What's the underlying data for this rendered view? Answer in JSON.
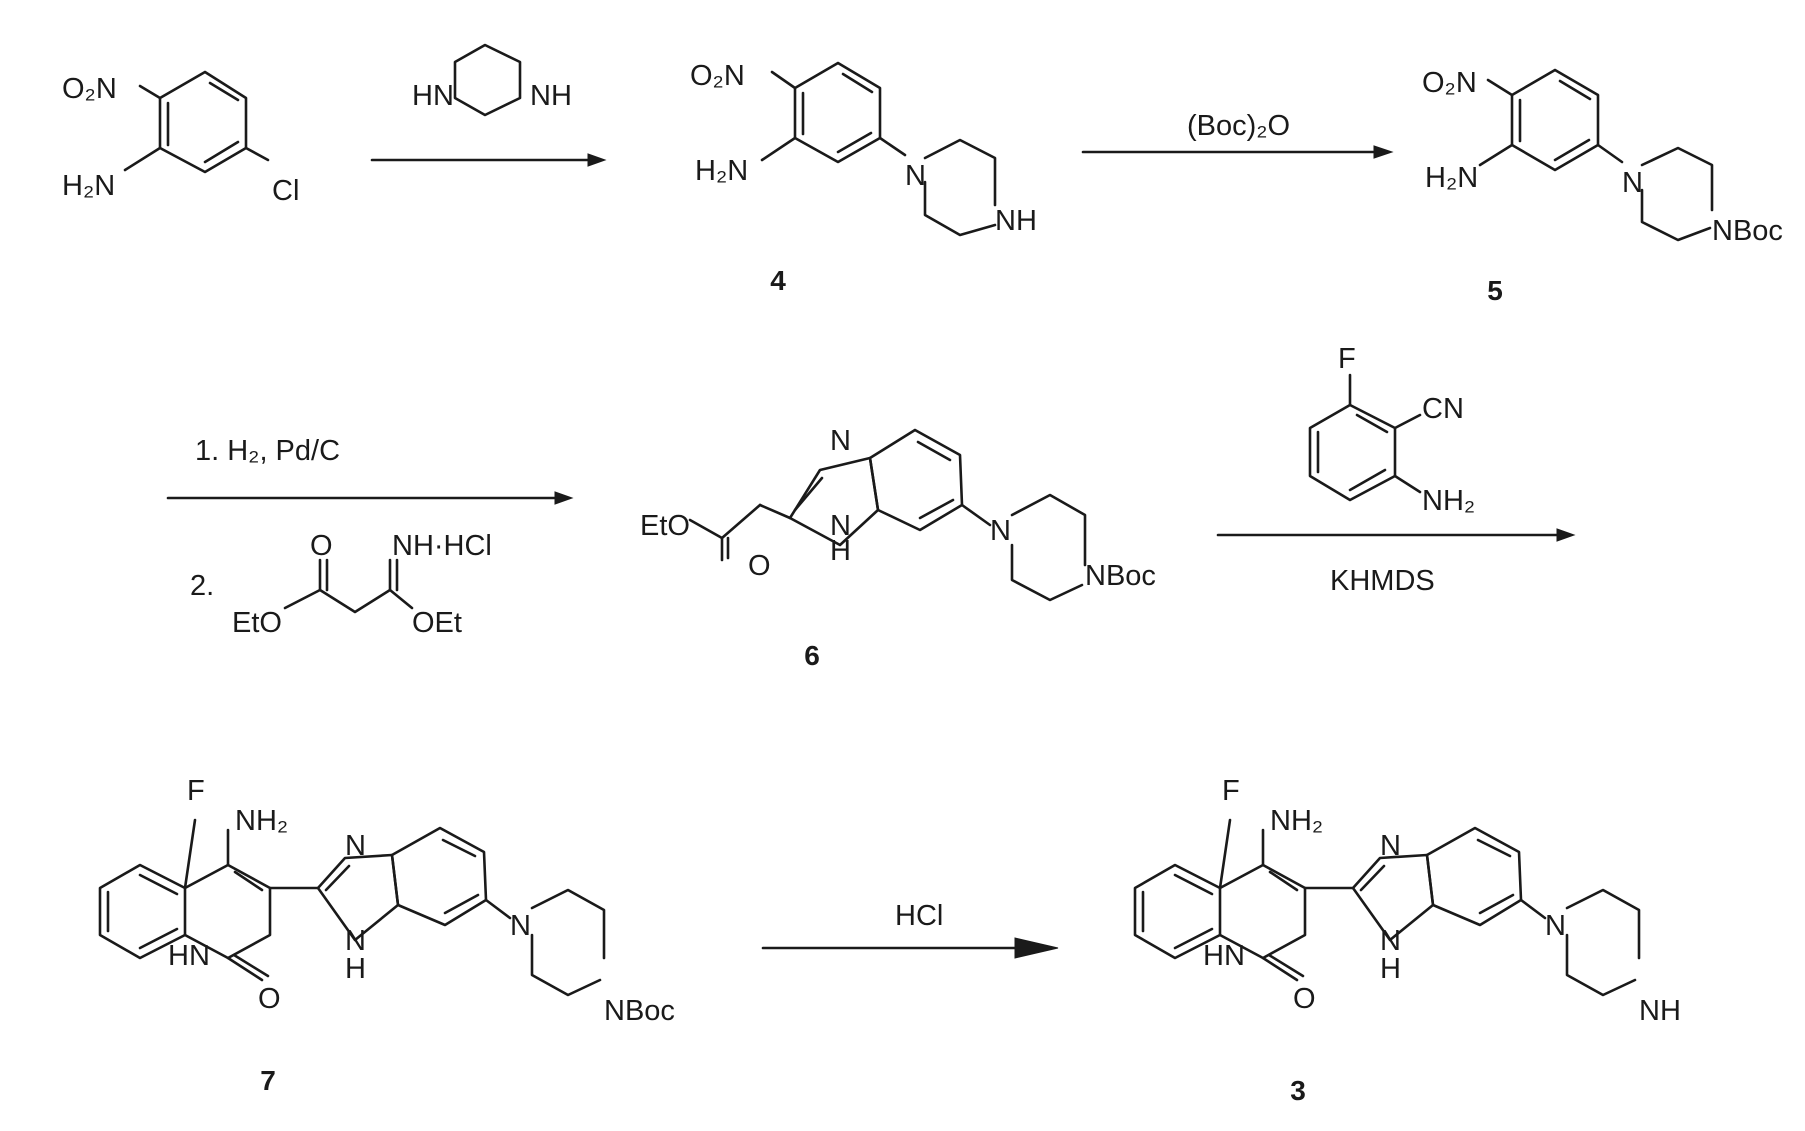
{
  "compounds": {
    "c4": "4",
    "c5": "5",
    "c6": "6",
    "c7": "7",
    "c3": "3"
  },
  "atom_labels": {
    "no2": "O₂N",
    "nh2_amine": "H₂N",
    "cl": "Cl",
    "n": "N",
    "nh": "NH",
    "hn": "HN",
    "nboc": "NBoc",
    "h": "H",
    "eto": "EtO",
    "o": "O",
    "oet": "OEt",
    "f": "F",
    "cn": "CN",
    "nh2": "NH₂",
    "nh_hcl": "NH·HCl"
  },
  "reagents": {
    "step1": "",
    "step2": "(Boc)₂O",
    "step3_line1": "1.  H₂, Pd/C",
    "step3_line2": "2.",
    "step4_below": "KHMDS",
    "step5": "HCl"
  }
}
